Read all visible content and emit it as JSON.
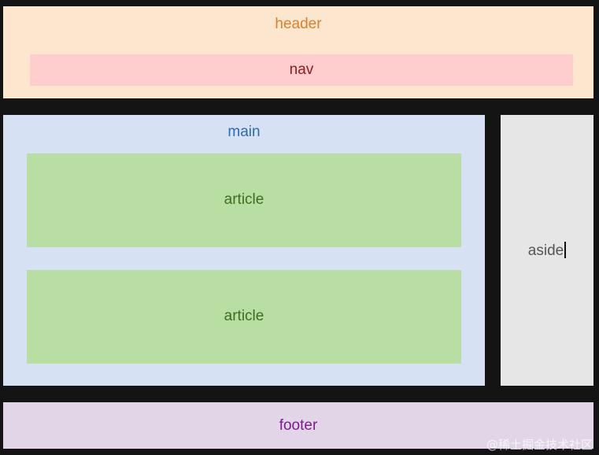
{
  "diagram": {
    "header": {
      "label": "header",
      "color": "#fde6ce"
    },
    "nav": {
      "label": "nav",
      "color": "#fecdcd"
    },
    "main": {
      "label": "main",
      "color": "#d6e2f4"
    },
    "articles": [
      {
        "label": "article",
        "color": "#b8dea3"
      },
      {
        "label": "article",
        "color": "#b8dea3"
      }
    ],
    "aside": {
      "label": "aside",
      "color": "#e6e6e6"
    },
    "footer": {
      "label": "footer",
      "color": "#e3d5e8"
    }
  },
  "watermark": "@稀土掘金技术社区"
}
